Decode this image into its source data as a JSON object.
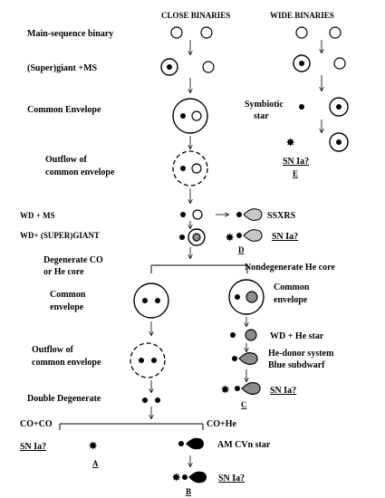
{
  "headers": {
    "close": "CLOSE BINARIES",
    "wide": "WIDE  BINARIES"
  },
  "stages": {
    "ms_binary": "Main-sequence binary",
    "supergiant_ms": "(Super)giant +MS",
    "common_envelope": "Common Envelope",
    "symbiotic_line1": "Symbiotic",
    "symbiotic_line2": "star",
    "outflow1_line1": "Outflow of",
    "outflow1_line2": "common envelope",
    "wd_ms": "WD + MS",
    "wd_supergiant": "WD+ (SUPER)GIANT",
    "ssxrs": "SSXRS",
    "degenerate_line1": "Degenerate  CO",
    "degenerate_line2": "or He core",
    "nondegenerate": "Nondegenerate He core",
    "common_env2_line1": "Common",
    "common_env2_line2": "envelope",
    "common_env3_line1": "Common",
    "common_env3_line2": "envelope",
    "wd_he_star": "WD + He star",
    "outflow2_line1": "Outflow of",
    "outflow2_line2": "common envelope",
    "he_donor_line1": "He-donor system",
    "he_donor_line2": "Blue subdwarf",
    "double_degenerate": "Double Degenerate",
    "co_co": "CO+CO",
    "co_he": "CO+He",
    "am_cvn": "AM CVn star"
  },
  "outcomes": {
    "sn_e": "SN Ia?",
    "label_e": "E",
    "sn_d": "SN Ia?",
    "label_d": "D",
    "sn_c": "SN Ia?",
    "label_c": "C",
    "sn_a": "SN Ia?",
    "label_a": "A",
    "sn_b": "SN Ia?",
    "label_b": "B"
  }
}
